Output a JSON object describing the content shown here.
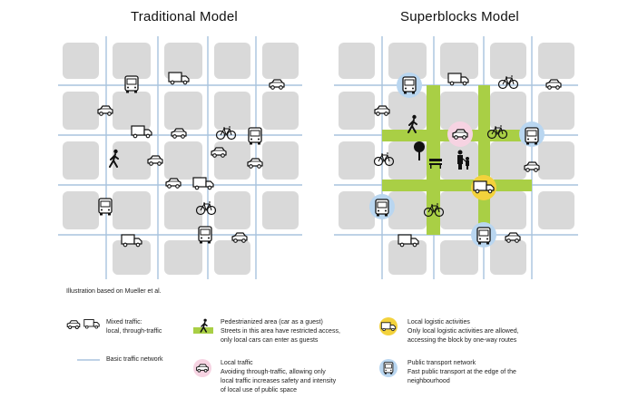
{
  "titles": {
    "left": "Traditional Model",
    "right": "Superblocks Model"
  },
  "credit": "Illustration based on  Mueller et al.",
  "legend": {
    "mixed_traffic": {
      "title": "Mixed traffic:",
      "desc": "local, through-traffic",
      "icon": "car-truck-icon"
    },
    "basic_network": {
      "title": "Basic traffic network",
      "icon": "line-icon"
    },
    "pedestrian": {
      "title": "Pedestrianized area (car as a guest)",
      "desc1": "Streets in this area have restricted access,",
      "desc2": "only local cars can enter as guests",
      "icon": "pedestrian-icon"
    },
    "local_traffic": {
      "title": "Local traffic",
      "desc1": "Avoiding through-traffic, allowing only",
      "desc2": "local traffic increases safety and intensity",
      "desc3": "of local use of public space",
      "icon": "car-pink-icon"
    },
    "logistic": {
      "title": "Local logistic activities",
      "desc1": "Only local logistic activities are allowed,",
      "desc2": "accessing  the block by one-way routes",
      "icon": "truck-yellow-icon"
    },
    "transport": {
      "title": "Public transport network",
      "desc1": "Fast public transport at the edge of the",
      "desc2": "neighbourhood",
      "icon": "bus-blue-icon"
    }
  },
  "colors": {
    "block": "#d9d9d9",
    "road_line": "#a9c3de",
    "green": "#a9cf45",
    "pink": "#f6d3e2",
    "yellow": "#f3d23c",
    "blue": "#b9d6f0"
  }
}
